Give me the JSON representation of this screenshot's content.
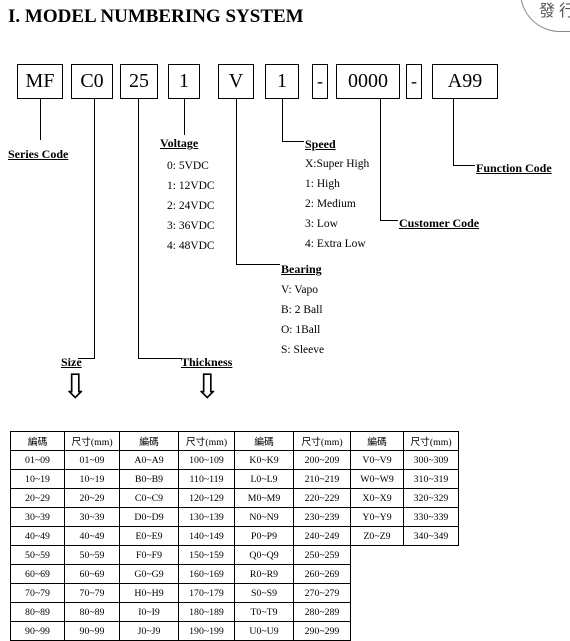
{
  "title": "I.   MODEL NUMBERING SYSTEM",
  "stamp_text": "發 行",
  "code_boxes": [
    "MF",
    "C0",
    "25",
    "1",
    "V",
    "1",
    "-",
    "0000",
    "-",
    "A99"
  ],
  "labels": {
    "series_code": "Series Code",
    "voltage": "Voltage",
    "speed": "Speed",
    "function_code": "Function Code",
    "customer_code": "Customer Code",
    "bearing": "Bearing",
    "size": "Size",
    "thickness": "Thickness"
  },
  "voltage_options": [
    "0: 5VDC",
    "1: 12VDC",
    "2: 24VDC",
    "3: 36VDC",
    "4: 48VDC"
  ],
  "speed_options": [
    "X:Super High",
    "1: High",
    "2: Medium",
    "3: Low",
    "4: Extra Low"
  ],
  "bearing_options": [
    "V: Vapo",
    "B: 2 Ball",
    "O: 1Ball",
    "S: Sleeve"
  ],
  "arrow_glyph": "⇩",
  "table": {
    "header": [
      "編碼",
      "尺寸(mm)",
      "編碼",
      "尺寸(mm)",
      "編碼",
      "尺寸(mm)",
      "編碼",
      "尺寸(mm)"
    ],
    "rows": [
      [
        "01~09",
        "01~09",
        "A0~A9",
        "100~109",
        "K0~K9",
        "200~209",
        "V0~V9",
        "300~309"
      ],
      [
        "10~19",
        "10~19",
        "B0~B9",
        "110~119",
        "L0~L9",
        "210~219",
        "W0~W9",
        "310~319"
      ],
      [
        "20~29",
        "20~29",
        "C0~C9",
        "120~129",
        "M0~M9",
        "220~229",
        "X0~X9",
        "320~329"
      ],
      [
        "30~39",
        "30~39",
        "D0~D9",
        "130~139",
        "N0~N9",
        "230~239",
        "Y0~Y9",
        "330~339"
      ],
      [
        "40~49",
        "40~49",
        "E0~E9",
        "140~149",
        "P0~P9",
        "240~249",
        "Z0~Z9",
        "340~349"
      ],
      [
        "50~59",
        "50~59",
        "F0~F9",
        "150~159",
        "Q0~Q9",
        "250~259",
        "",
        ""
      ],
      [
        "60~69",
        "60~69",
        "G0~G9",
        "160~169",
        "R0~R9",
        "260~269",
        "",
        ""
      ],
      [
        "70~79",
        "70~79",
        "H0~H9",
        "170~179",
        "S0~S9",
        "270~279",
        "",
        ""
      ],
      [
        "80~89",
        "80~89",
        "I0~I9",
        "180~189",
        "T0~T9",
        "280~289",
        "",
        ""
      ],
      [
        "90~99",
        "90~99",
        "J0~J9",
        "190~199",
        "U0~U9",
        "290~299",
        "",
        ""
      ]
    ]
  }
}
